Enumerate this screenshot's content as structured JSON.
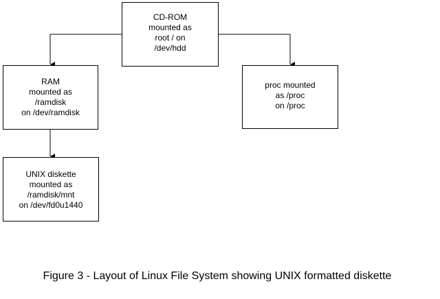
{
  "diagram": {
    "nodes": {
      "cdrom": {
        "text": "CD-ROM\nmounted as\nroot / on\n/dev/hdd"
      },
      "ram": {
        "text": "RAM\nmounted as\n/ramdisk\non /dev/ramdisk"
      },
      "proc": {
        "text": "proc mounted\nas /proc\non /proc"
      },
      "diskette": {
        "text": "UNIX diskette\nmounted as\n/ramdisk/mnt\non /dev/fd0u1440"
      }
    },
    "edges": [
      {
        "from": "cdrom",
        "to": "ram"
      },
      {
        "from": "cdrom",
        "to": "proc"
      },
      {
        "from": "ram",
        "to": "diskette"
      }
    ]
  },
  "caption": "Figure 3 - Layout of Linux File System showing UNIX formatted diskette"
}
